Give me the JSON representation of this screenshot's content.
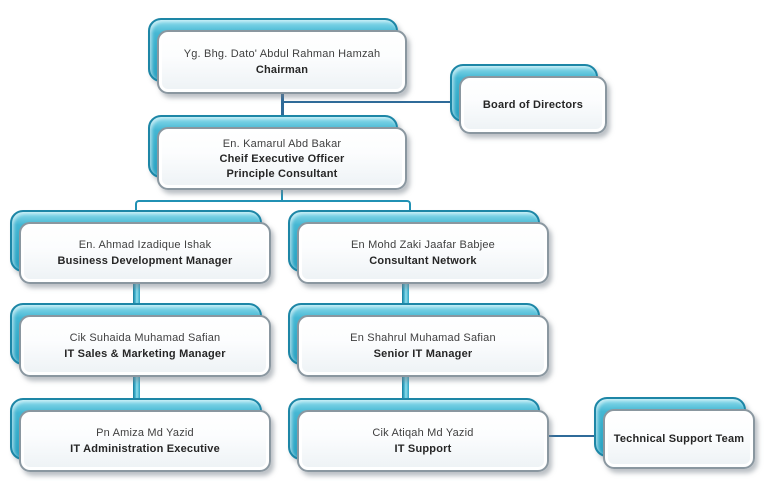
{
  "colors": {
    "teal_main": "#35aecb",
    "teal_light": "#8edcec",
    "teal_dark": "#1d86a6",
    "face_border": "#8a97a0",
    "line_blue": "#2f6b99",
    "line_teal": "#2191b4",
    "text_name": "#3f3f3f",
    "text_role": "#262626"
  },
  "org": {
    "chairman": {
      "name": "Yg. Bhg. Dato' Abdul Rahman Hamzah",
      "role": "Chairman"
    },
    "board": {
      "role": "Board of Directors"
    },
    "ceo": {
      "name": "En. Kamarul Abd Bakar",
      "role": "Cheif Executive Officer",
      "role2": "Principle Consultant"
    },
    "bdm": {
      "name": "En. Ahmad Izadique Ishak",
      "role": "Business Development Manager"
    },
    "consultant": {
      "name": "En Mohd Zaki Jaafar Babjee",
      "role": "Consultant Network"
    },
    "sales": {
      "name": "Cik Suhaida Muhamad Safian",
      "role": "IT Sales & Marketing Manager"
    },
    "senior_it": {
      "name": "En Shahrul Muhamad Safian",
      "role": "Senior IT Manager"
    },
    "admin": {
      "name": "Pn Amiza Md Yazid",
      "role": "IT Administration Executive"
    },
    "it_support": {
      "name": "Cik Atiqah Md Yazid",
      "role": "IT Support"
    },
    "tech_team": {
      "role": "Technical Support Team"
    }
  }
}
